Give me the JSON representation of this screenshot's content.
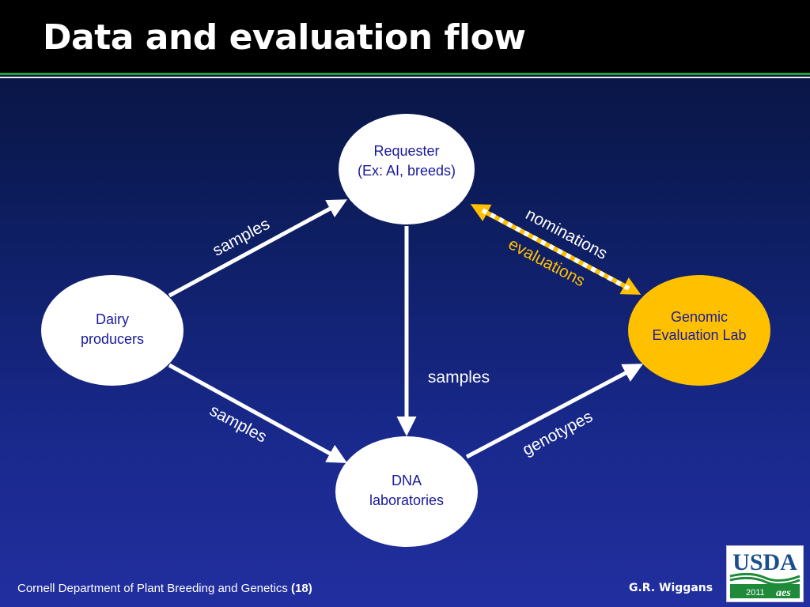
{
  "slide": {
    "title": "Data and evaluation flow"
  },
  "diagram": {
    "nodes": {
      "requester": {
        "line1": "Requester",
        "line2": "(Ex: AI, breeds)"
      },
      "dairy": {
        "line1": "Dairy",
        "line2": "producers"
      },
      "dna": {
        "line1": "DNA",
        "line2": "laboratories"
      },
      "lab": {
        "line1": "Genomic",
        "line2": "Evaluation Lab"
      }
    },
    "edges": {
      "dairy_to_requester": "samples",
      "dairy_to_dna": "samples",
      "requester_to_dna": "samples",
      "dna_to_lab": "genotypes",
      "nominations": "nominations",
      "evaluations": "evaluations"
    },
    "colors": {
      "node_fill": "#ffffff",
      "lab_fill": "#ffc000",
      "node_text": "#1a1a9a",
      "arrow": "#ffffff",
      "evaluation_accent": "#ffc000"
    }
  },
  "footer": {
    "left": "Cornell Department of Plant Breeding and Genetics",
    "page": "(18)",
    "right": "G.R. Wiggans"
  },
  "logo": {
    "text": "USDA",
    "year": "2011",
    "mark": "aes"
  }
}
